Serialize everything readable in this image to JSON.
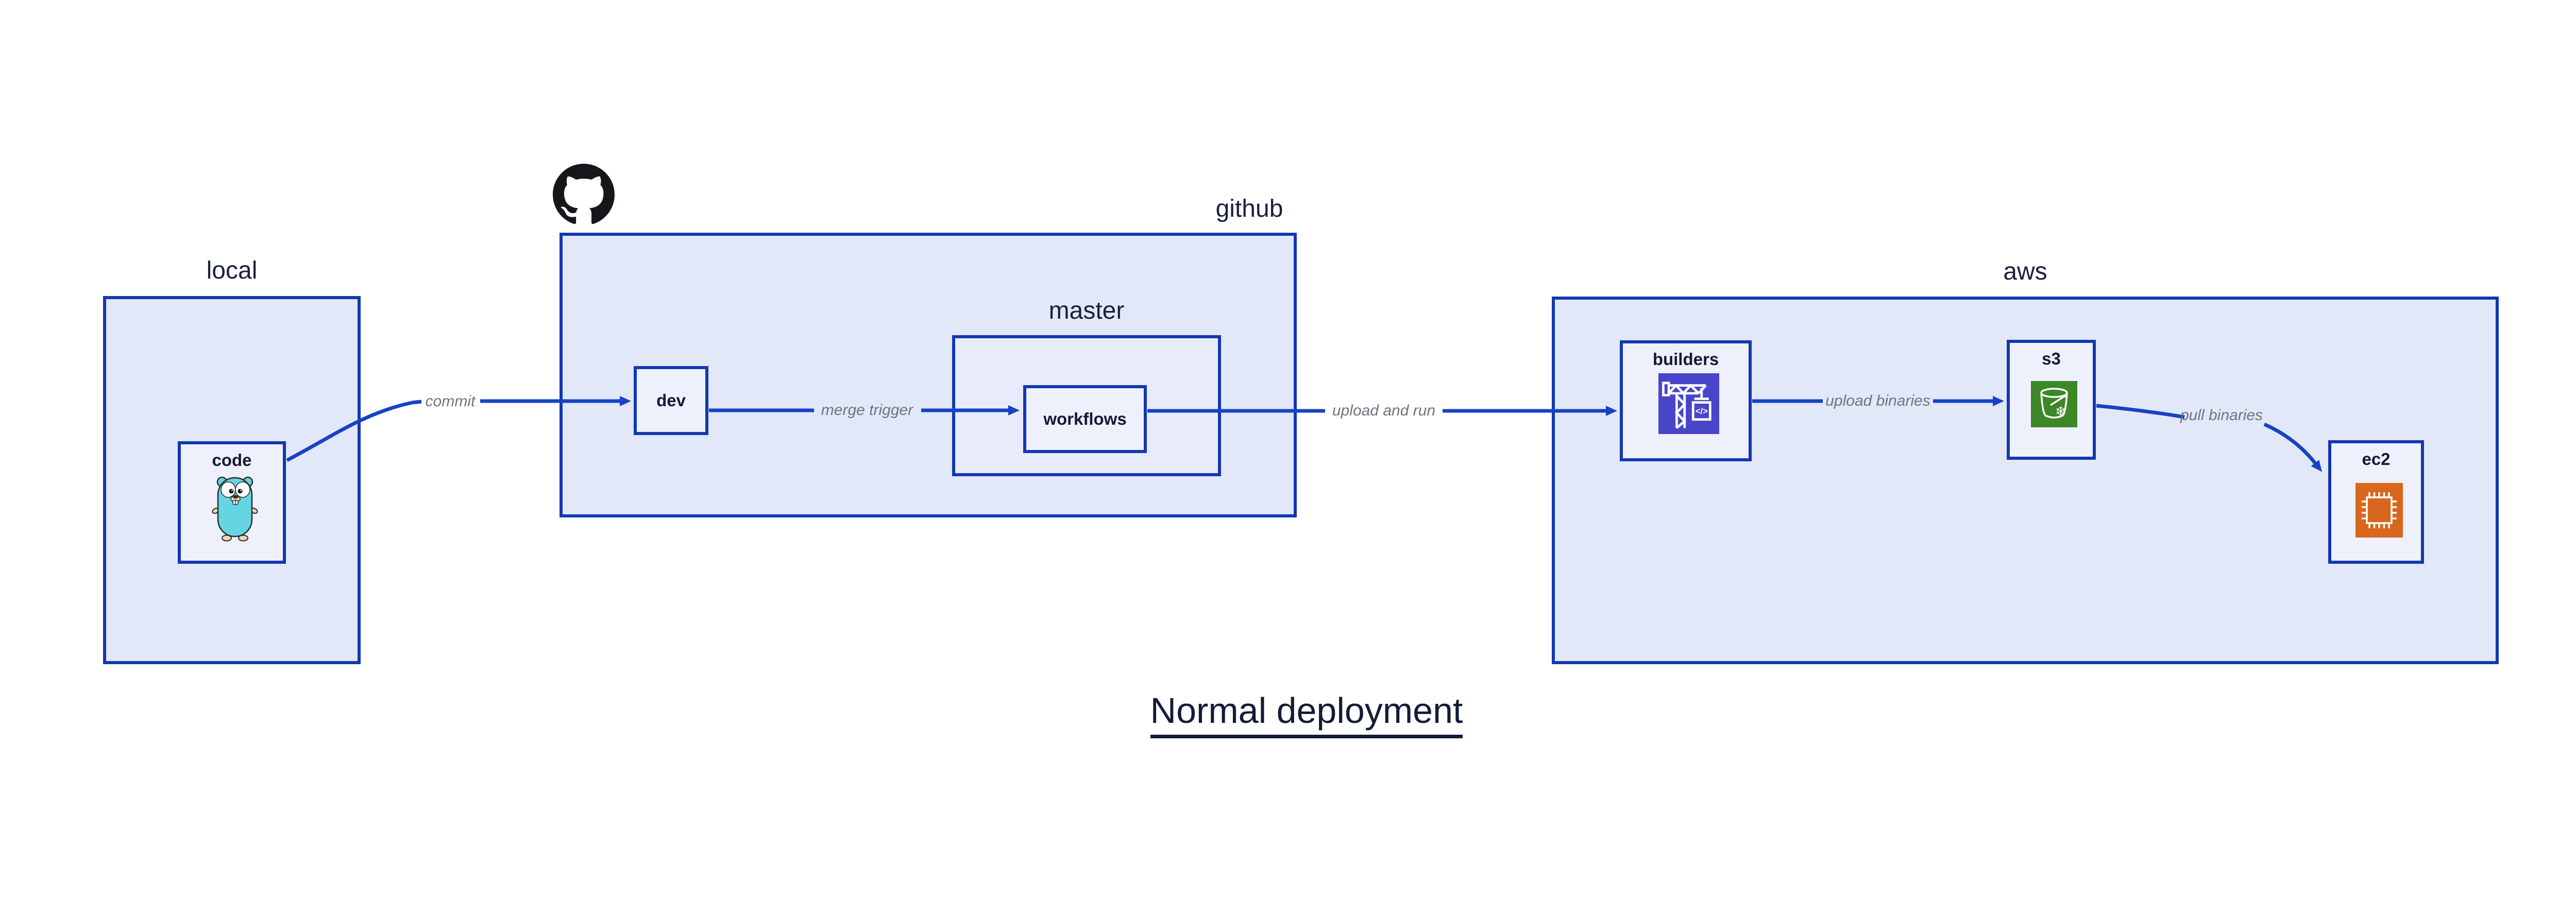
{
  "title": "Normal deployment",
  "containers": {
    "local": {
      "label": "local"
    },
    "github": {
      "label": "github"
    },
    "master": {
      "label": "master"
    },
    "aws": {
      "label": "aws"
    }
  },
  "nodes": {
    "code": {
      "label": "code"
    },
    "dev": {
      "label": "dev"
    },
    "workflows": {
      "label": "workflows"
    },
    "builders": {
      "label": "builders"
    },
    "s3": {
      "label": "s3"
    },
    "ec2": {
      "label": "ec2"
    }
  },
  "edges": {
    "commit": {
      "label": "commit"
    },
    "merge_trigger": {
      "label": "merge trigger"
    },
    "upload_and_run": {
      "label": "upload and run"
    },
    "upload_binaries": {
      "label": "upload binaries"
    },
    "pull_binaries": {
      "label": "pull binaries"
    }
  },
  "icons": {
    "octocat": "github-octocat-icon",
    "gopher": "go-gopher-icon",
    "builders": "crane-build-icon",
    "s3": "glacier-bucket-icon",
    "ec2": "cpu-chip-icon",
    "builders_code_glyph": "</>",
    "s3_snowflake_glyph": "❄"
  },
  "colors": {
    "container_fill": "#E2E8F8",
    "master_fill": "#E8ECFA",
    "node_fill": "#EEF1FC",
    "border_blue": "#1238B0",
    "arrow_blue": "#1742C4",
    "text_navy": "#131A36",
    "edge_label_gray": "#6F7480",
    "builders_icon_bg": "#4945C8",
    "s3_icon_bg": "#3C8727",
    "ec2_icon_bg": "#D8671D",
    "gopher_teal": "#65D5E3",
    "octocat_black": "#15171C"
  }
}
